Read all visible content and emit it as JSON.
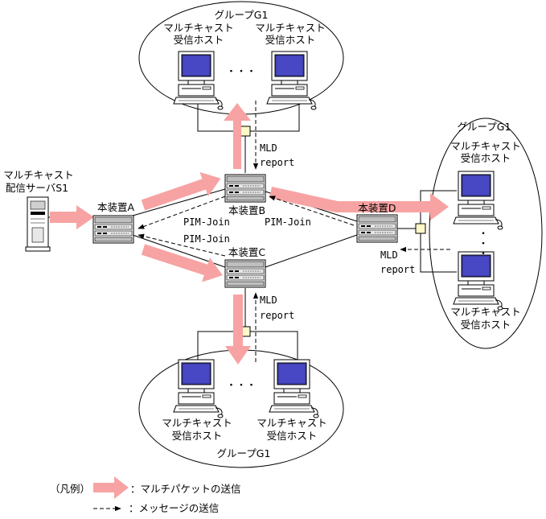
{
  "colors": {
    "multicast_arrow": "#f7a3a3",
    "line": "#000000",
    "hub": "#fff8c8"
  },
  "icons": {
    "server": "server-icon",
    "pc": "pc-icon",
    "router": "router-icon",
    "hub": "hub-icon"
  },
  "groups": {
    "top": {
      "title": "グループG1",
      "host_line1": "マルチキャスト",
      "host_line2": "受信ホスト",
      "ellipsis": "・・・"
    },
    "bottom": {
      "title": "グループG1",
      "host_line1": "マルチキャスト",
      "host_line2": "受信ホスト",
      "ellipsis": "・・・"
    },
    "right": {
      "title": "グループG1",
      "host_line1": "マルチキャスト",
      "host_line2": "受信ホスト",
      "ellipsis": "・・・"
    }
  },
  "server": {
    "line1": "マルチキャスト",
    "line2": "配信サーバS1"
  },
  "devices": {
    "a": "本装置A",
    "b": "本装置B",
    "c": "本装置C",
    "d": "本装置D"
  },
  "messages": {
    "pim_join_ba": "PIM-Join",
    "pim_join_ca": "PIM-Join",
    "pim_join_db": "PIM-Join",
    "mld_b": "MLD",
    "report_b": "report",
    "mld_c": "MLD",
    "report_c": "report",
    "mld_d": "MLD",
    "report_d": "report"
  },
  "legend": {
    "title": "（凡例）",
    "packet": "：マルチパケットの送信",
    "message": "：メッセージの送信"
  }
}
